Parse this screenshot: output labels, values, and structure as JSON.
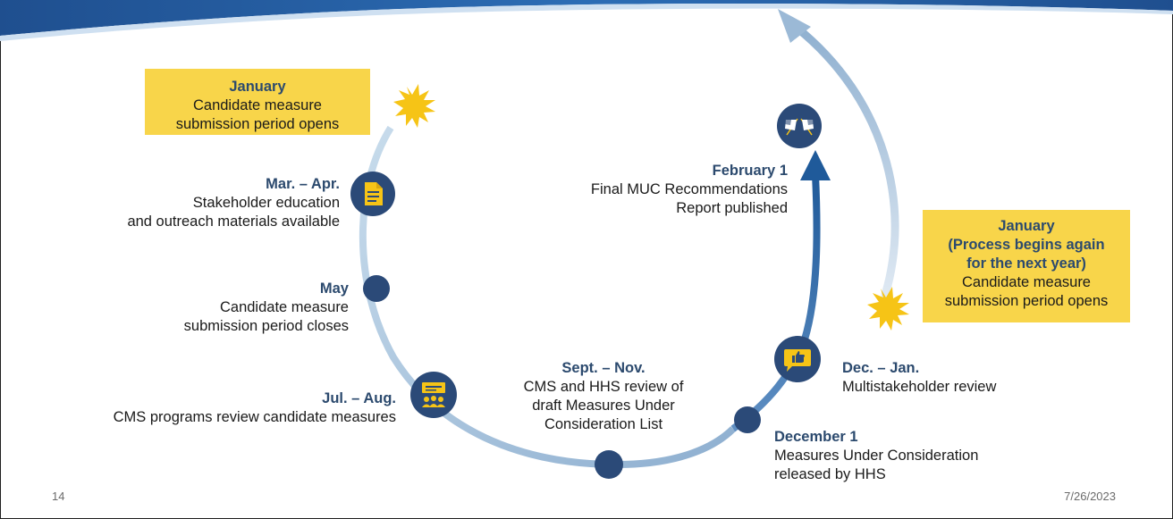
{
  "slide": {
    "number": "14",
    "date": "7/26/2023"
  },
  "colors": {
    "circle_fill": "#2b4a78",
    "arc_light": "#9dbad6",
    "arc_dark": "#2e5f9c",
    "callout_bg": "#f8d54a",
    "heading": "#2c4a6e",
    "burst": "#f6c416"
  },
  "callouts": {
    "start": {
      "heading": "January",
      "lines": [
        "Candidate measure",
        "submission period opens"
      ]
    },
    "next": {
      "heading": "January",
      "lines": [
        "(Process begins again",
        "for the next year)",
        "Candidate measure",
        "submission period opens"
      ]
    }
  },
  "milestones": {
    "mar_apr": {
      "heading": "Mar. – Apr.",
      "lines": [
        "Stakeholder education",
        "and outreach materials available"
      ],
      "icon": "document-icon"
    },
    "may": {
      "heading": "May",
      "lines": [
        "Candidate measure",
        "submission period closes"
      ]
    },
    "jul_aug": {
      "heading": "Jul. – Aug.",
      "lines": [
        "CMS programs review candidate measures"
      ],
      "icon": "presentation-group-icon"
    },
    "sept_nov": {
      "heading": "Sept. – Nov.",
      "lines": [
        "CMS and HHS review of",
        "draft Measures Under",
        "Consideration List"
      ]
    },
    "dec1": {
      "heading": "December 1",
      "lines": [
        "Measures Under Consideration",
        "released by HHS"
      ]
    },
    "dec_jan": {
      "heading": "Dec. – Jan.",
      "lines": [
        "Multistakeholder review"
      ],
      "icon": "thumbs-up-chat-icon"
    },
    "feb1": {
      "heading": "February 1",
      "lines": [
        "Final MUC Recommendations",
        "Report published"
      ],
      "icon": "checkered-flags-icon"
    }
  }
}
